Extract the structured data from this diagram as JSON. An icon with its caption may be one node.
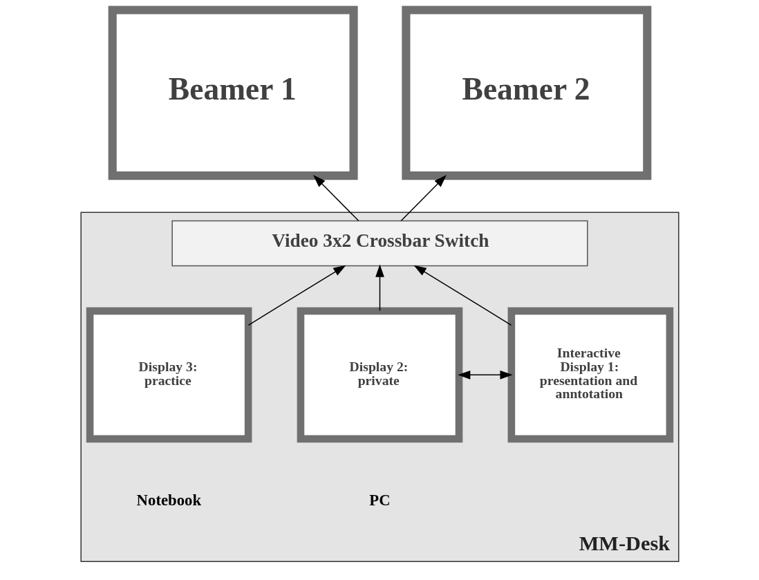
{
  "diagram": {
    "nodes": [
      {
        "text": [
          "Beamer 1"
        ]
      },
      {
        "text": [
          "Beamer 2"
        ]
      },
      {
        "text": [
          "MM-Desk"
        ]
      },
      {
        "text": [
          "Video 3x2 Crossbar Switch"
        ],
        "in": 2
      },
      {
        "text": [
          "Display 2: private"
        ],
        "in": 2
      },
      {
        "text": [
          "Interactive Display 1: presentation and anntotation"
        ],
        "in": 2
      },
      {
        "text": [
          "Display 3: practice"
        ],
        "in": 2
      }
    ],
    "edges": [
      {
        "from": 3,
        "to": 0,
        "arrow": "to"
      },
      {
        "from": 3,
        "to": 1,
        "arrow": "to"
      },
      {
        "from": 4,
        "to": 3,
        "arrow": "to"
      },
      {
        "from": 5,
        "to": 3,
        "arrow": "to"
      },
      {
        "from": 6,
        "to": 3,
        "arrow": "to"
      },
      {
        "from": 4,
        "to": 5,
        "arrow": "both"
      }
    ],
    "labels": [
      "PC",
      "Notebook"
    ]
  }
}
